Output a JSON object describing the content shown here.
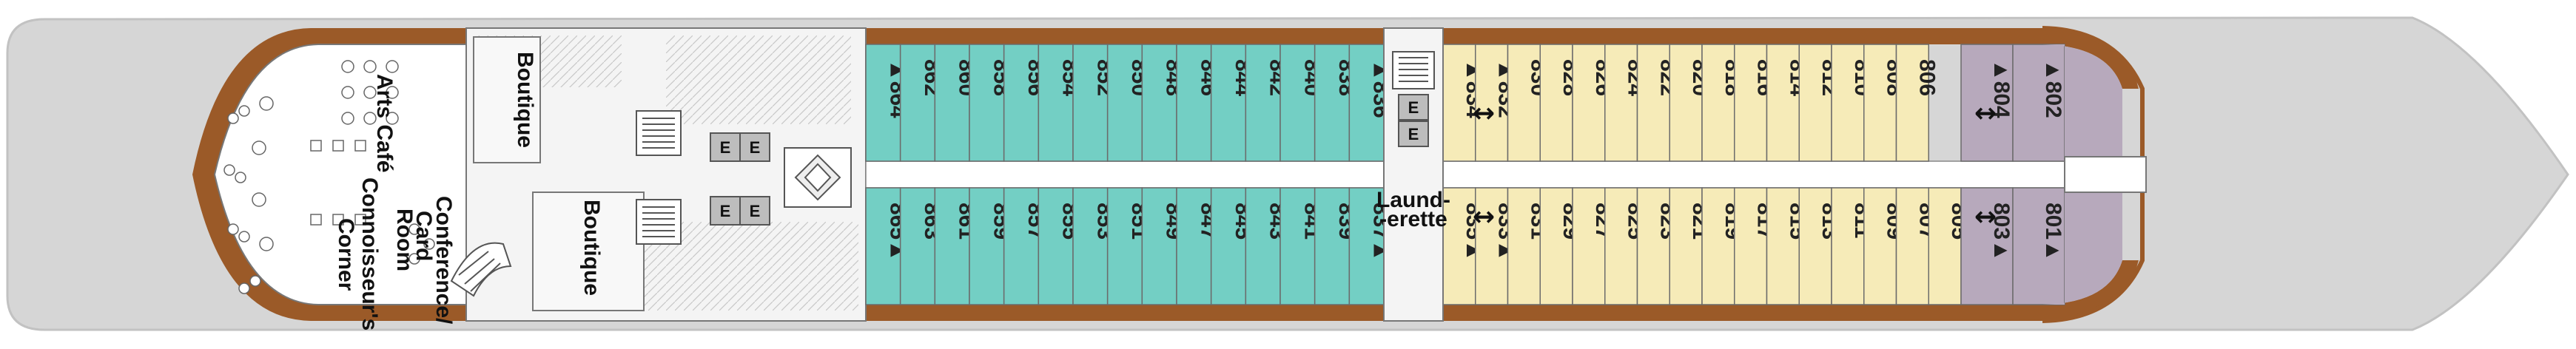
{
  "deck": {
    "aft_forward_cabins_teal": {
      "top": [
        "864",
        "862",
        "860",
        "858",
        "856",
        "854",
        "852",
        "850",
        "848",
        "846",
        "844",
        "842",
        "840",
        "838",
        "836"
      ],
      "bottom": [
        "865",
        "863",
        "861",
        "859",
        "857",
        "855",
        "853",
        "851",
        "849",
        "847",
        "845",
        "843",
        "841",
        "839",
        "837"
      ],
      "top_marked": [
        "864",
        "836"
      ],
      "bottom_marked": [
        "865",
        "837"
      ]
    },
    "forward_cabins_yellow": {
      "top": [
        "834",
        "832",
        "830",
        "828",
        "826",
        "824",
        "822",
        "820",
        "818",
        "816",
        "814",
        "812",
        "810",
        "808",
        "806"
      ],
      "bottom": [
        "835",
        "833",
        "831",
        "829",
        "827",
        "825",
        "823",
        "821",
        "819",
        "817",
        "815",
        "813",
        "811",
        "809",
        "807",
        "805"
      ],
      "top_marked": [
        "834",
        "832"
      ],
      "bottom_marked": [
        "835",
        "833"
      ]
    },
    "suite_cabins_purple": {
      "top": [
        "804",
        "802"
      ],
      "bottom": [
        "803",
        "801"
      ],
      "top_marked": [
        "804",
        "802"
      ],
      "bottom_marked": [
        "803",
        "801"
      ]
    },
    "marker_glyph": "▲",
    "connecting_glyph": "↔",
    "venues": {
      "arts_cafe": "Arts Café",
      "connoisseurs_corner": [
        "Connoisseur's",
        "Corner"
      ],
      "conference_card_room": [
        "Conference/",
        "Card",
        "Room"
      ],
      "boutique_top": "Boutique",
      "boutique_bottom": "Boutique",
      "launderette": [
        "Laund-",
        "-erette"
      ]
    },
    "elevator_label": "E",
    "colors": {
      "hull": "#d6d6d6",
      "deck_floor": "#f2f2f2",
      "wood_rail": "#9b5a28",
      "teal_cabins": "#73cfc4",
      "yellow_cabins": "#f6ebb8",
      "purple_cabins": "#b7a9bc",
      "corridor": "#ffffff"
    }
  }
}
